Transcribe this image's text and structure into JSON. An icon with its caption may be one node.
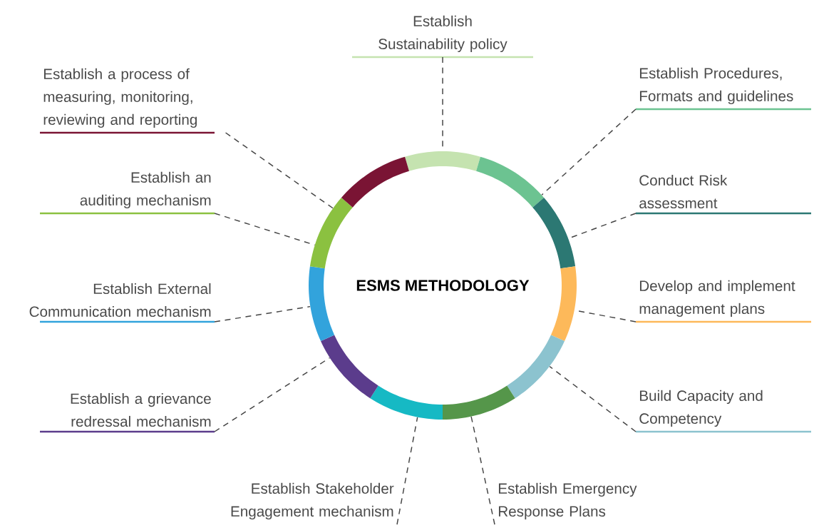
{
  "diagram": {
    "nodes": [
      {
        "text": [
          "ESMS METHODOLOGY"
        ]
      },
      {
        "text": [
          "Establish Sustainability policy"
        ]
      },
      {
        "text": [
          "Establish Procedures, Formats and guidelines"
        ]
      },
      {
        "text": [
          "Conduct Risk assessment"
        ]
      },
      {
        "text": [
          "Develop and implement management plans"
        ]
      },
      {
        "text": [
          "Build Capacity and Competency"
        ]
      },
      {
        "text": [
          "Establish Emergency Response Plans"
        ]
      },
      {
        "text": [
          "Establish Stakeholder Engagement mechanism"
        ]
      },
      {
        "text": [
          "Establish a grievance redressal mechanism"
        ]
      },
      {
        "text": [
          "Establish External Communication mechanism"
        ]
      },
      {
        "text": [
          "Establish an auditing mechanism"
        ]
      },
      {
        "text": [
          "Establish a process of measuring, monitoring, reviewing and reporting"
        ]
      }
    ],
    "edges": [
      {
        "from": 1,
        "to": 0,
        "arrow": "none",
        "style": "dashed"
      },
      {
        "from": 2,
        "to": 0,
        "arrow": "none",
        "style": "dashed"
      },
      {
        "from": 3,
        "to": 0,
        "arrow": "none",
        "style": "dashed"
      },
      {
        "from": 4,
        "to": 0,
        "arrow": "none",
        "style": "dashed"
      },
      {
        "from": 5,
        "to": 0,
        "arrow": "none",
        "style": "dashed"
      },
      {
        "from": 6,
        "to": 0,
        "arrow": "none",
        "style": "dashed"
      },
      {
        "from": 7,
        "to": 0,
        "arrow": "none",
        "style": "dashed"
      },
      {
        "from": 8,
        "to": 0,
        "arrow": "none",
        "style": "dashed"
      },
      {
        "from": 9,
        "to": 0,
        "arrow": "none",
        "style": "dashed"
      },
      {
        "from": 10,
        "to": 0,
        "arrow": "none",
        "style": "dashed"
      },
      {
        "from": 11,
        "to": 0,
        "arrow": "none",
        "style": "dashed"
      }
    ]
  }
}
